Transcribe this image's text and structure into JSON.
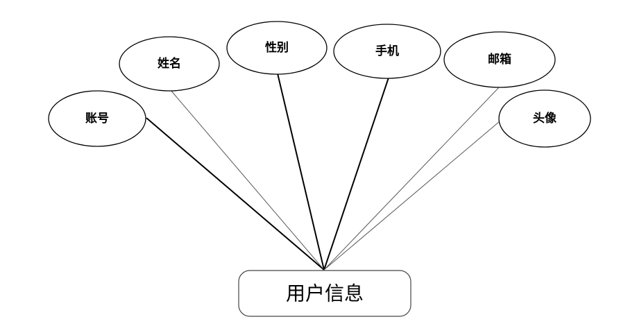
{
  "diagram": {
    "entity": {
      "label": "用户信息"
    },
    "attributes": [
      {
        "label": "账号"
      },
      {
        "label": "姓名"
      },
      {
        "label": "性别"
      },
      {
        "label": "手机"
      },
      {
        "label": "邮箱"
      },
      {
        "label": "头像"
      }
    ]
  }
}
